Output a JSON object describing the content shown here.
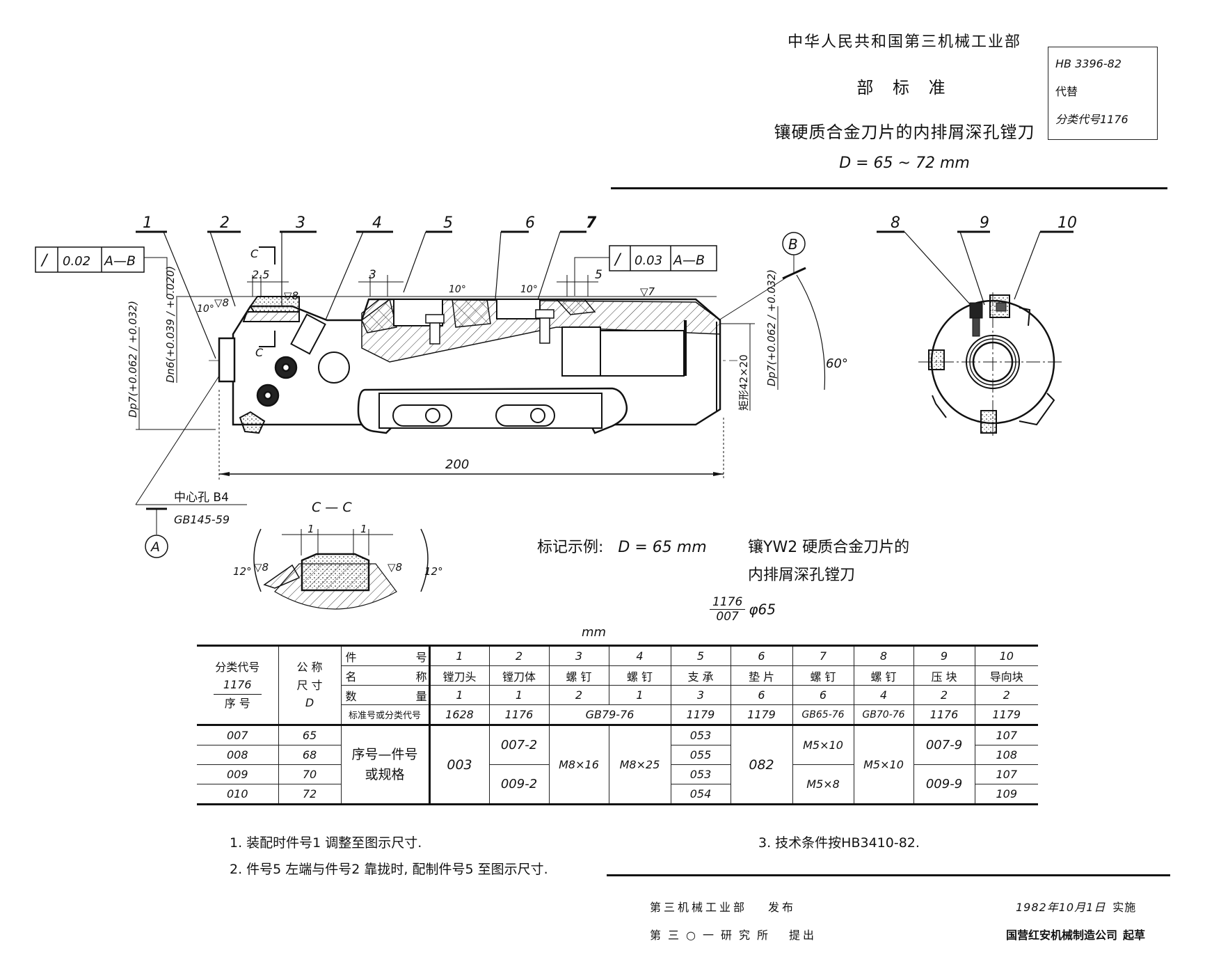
{
  "header": {
    "ministry": "中华人民共和国第三机械工业部",
    "standard_type": "部 标 准",
    "title": "镶硬质合金刀片的内排屑深孔镗刀",
    "range": "D = 65 ~ 72 mm"
  },
  "standard_box": {
    "number": "HB 3396-82",
    "replaces": "代替",
    "class_code": "分类代号1176"
  },
  "drawing": {
    "part_callouts": [
      "1",
      "2",
      "3",
      "4",
      "5",
      "6",
      "7",
      "8",
      "9",
      "10"
    ],
    "tolerance_frame_left": {
      "symbol": "/",
      "value": "0.02",
      "datum": "A—B"
    },
    "tolerance_frame_right": {
      "symbol": "/",
      "value": "0.03",
      "datum": "A—B"
    },
    "dim_2_5": "2.5",
    "dim_3": "3",
    "dim_5": "5",
    "angle_10_a": "10°",
    "angle_10_b": "10°",
    "angle_10_c": "10°",
    "angle_60": "60°",
    "roughness_8_a": "▽8",
    "roughness_8_b": "▽8",
    "roughness_7": "▽7",
    "section_mark": "C",
    "dia_dp7_left": "Dp7(+0.062 / +0.032)",
    "dia_dn6": "Dn6(+0.039 / +0.020)",
    "dia_dp7_right": "Dp7(+0.062 / +0.032)",
    "rect_thread": "矩形42×20",
    "length_200": "200",
    "datum_a": "A",
    "datum_b": "B",
    "center_hole": "中心孔 B4",
    "center_hole_std": "GB145-59",
    "section_title": "C — C",
    "section_dim_1a": "1",
    "section_dim_1b": "1",
    "section_angle_left": "12°",
    "section_angle_right": "12°",
    "section_rough_left": "▽8",
    "section_rough_right": "▽8"
  },
  "marking_example": {
    "label": "标记示例:",
    "value": "D = 65 mm",
    "desc_line1": "镶YW2 硬质合金刀片的",
    "desc_line2": "内排屑深孔镗刀",
    "fraction_top": "1176",
    "fraction_bottom": "007",
    "phi": "φ65"
  },
  "table": {
    "unit": "mm",
    "left_headers": {
      "class_code_label": "分类代号",
      "class_code_value": "1176",
      "seq_label": "序 号",
      "nominal_label_1": "公 称",
      "nominal_label_2": "尺 寸",
      "nominal_label_3": "D",
      "row_labels": [
        "件 号",
        "名 称",
        "数 量",
        "标准号或分类代号"
      ],
      "body_label_1": "序号—件号",
      "body_label_2": "或规格"
    },
    "part_numbers": [
      "1",
      "2",
      "3",
      "4",
      "5",
      "6",
      "7",
      "8",
      "9",
      "10"
    ],
    "names": [
      "镗刀头",
      "镗刀体",
      "螺 钉",
      "螺 钉",
      "支 承",
      "垫 片",
      "螺 钉",
      "螺 钉",
      "压 块",
      "导向块"
    ],
    "quantities": [
      "1",
      "1",
      "2",
      "1",
      "3",
      "6",
      "6",
      "4",
      "2",
      "2"
    ],
    "standards": [
      "1628",
      "1176",
      "GB79-76",
      "1179",
      "1179",
      "GB65-76",
      "GB70-76",
      "1176",
      "1179"
    ],
    "rows": [
      {
        "seq": "007",
        "d": "65"
      },
      {
        "seq": "008",
        "d": "68"
      },
      {
        "seq": "009",
        "d": "70"
      },
      {
        "seq": "010",
        "d": "72"
      }
    ],
    "col1": "003",
    "col2": [
      "007-2",
      "009-2"
    ],
    "col3": "M8×16",
    "col4": "M8×25",
    "col5": [
      "053",
      "055",
      "053",
      "054"
    ],
    "col6": "082",
    "col7": [
      "M5×10",
      "M5×8"
    ],
    "col8": "M5×10",
    "col9": [
      "007-9",
      "009-9"
    ],
    "col10": [
      "107",
      "108",
      "107",
      "109"
    ]
  },
  "notes": {
    "note1": "1. 装配时件号1 调整至图示尺寸.",
    "note2": "2. 件号5 左端与件号2 靠拢时, 配制件号5 至图示尺寸.",
    "note3": "3. 技术条件按HB3410-82."
  },
  "footer": {
    "issued_by": "第三机械工业部",
    "issued_label": "发布",
    "proposed_by": "第三○一研究所",
    "proposed_label": "提出",
    "effective_date": "1982年10月1日",
    "effective_label": "实施",
    "drafted_by": "国营红安机械制造公司",
    "drafted_label": "起草"
  }
}
